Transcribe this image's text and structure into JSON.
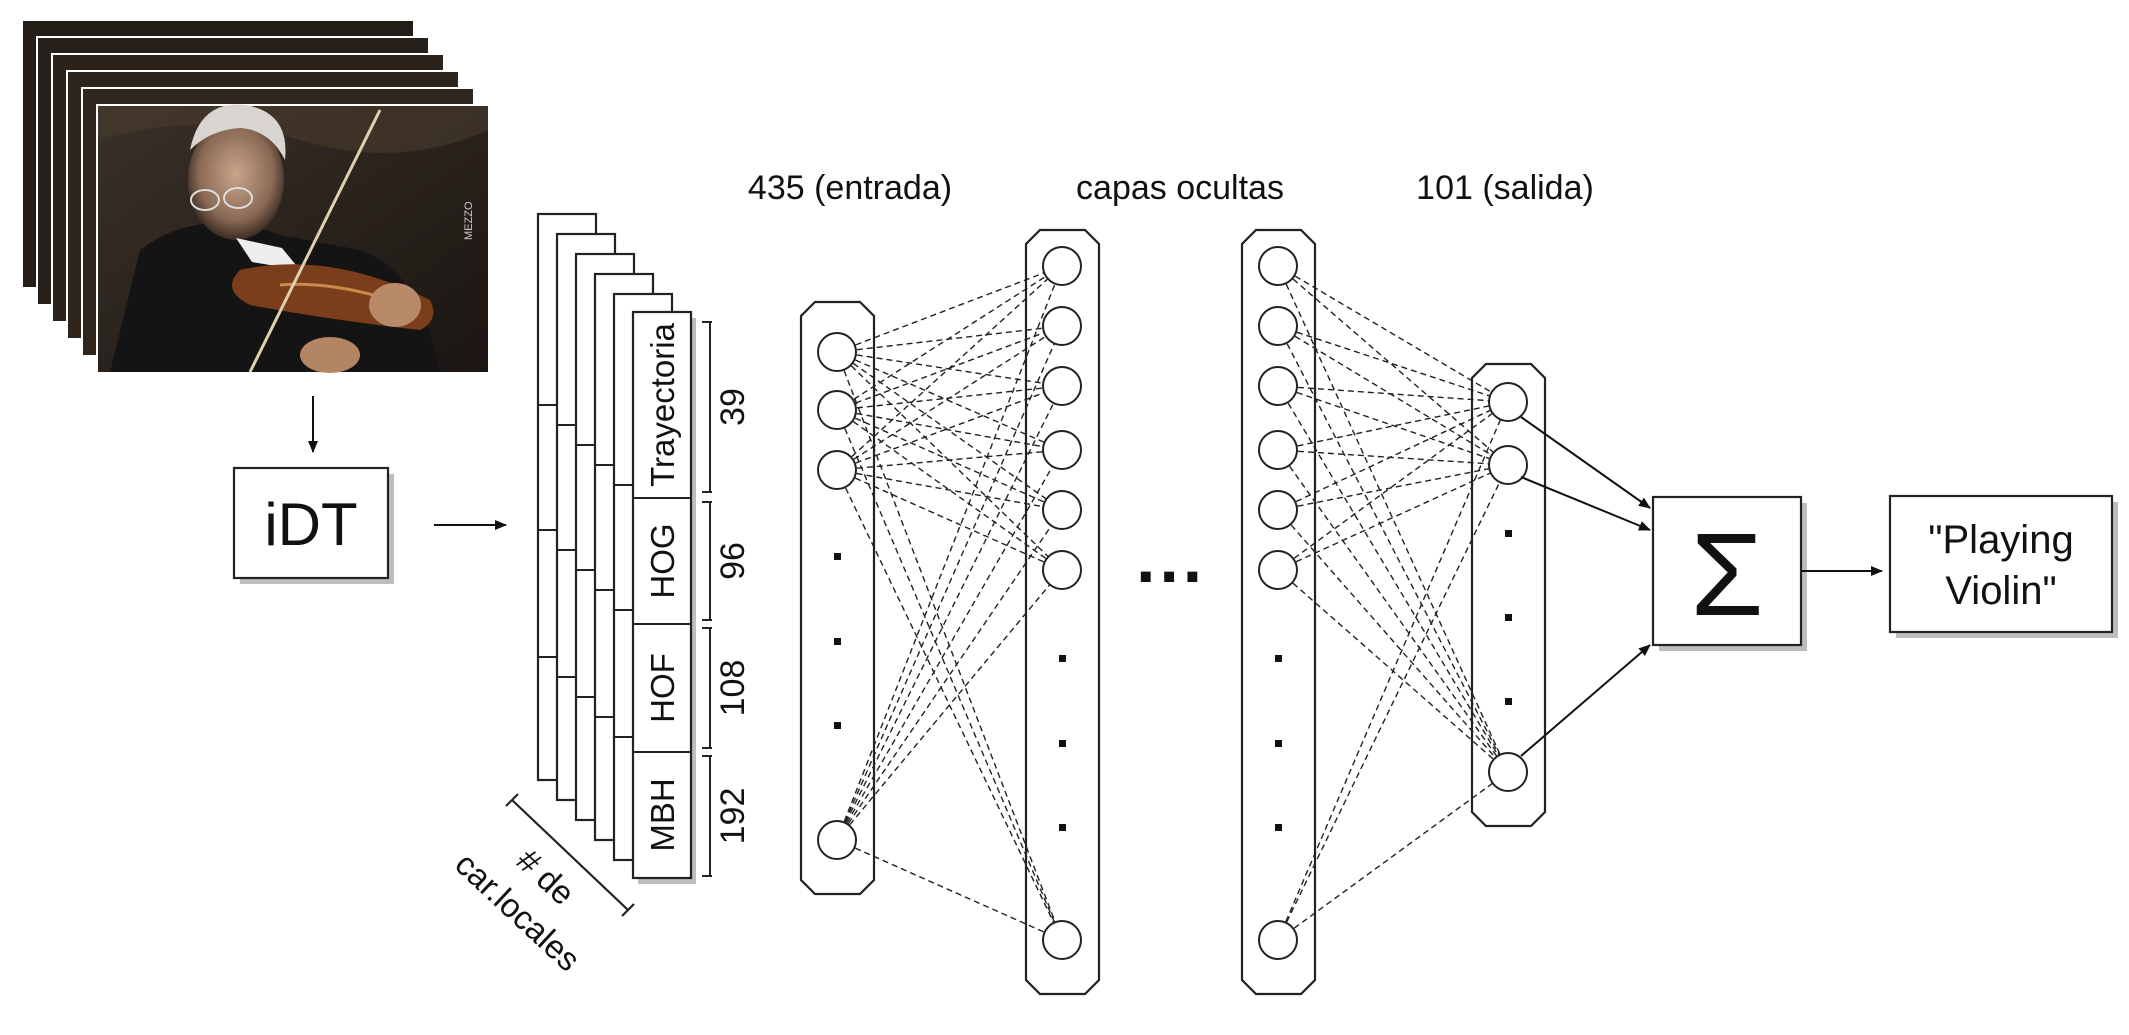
{
  "labels": {
    "input_layer": "435 (entrada)",
    "hidden_layers": "capas ocultas",
    "output_layer": "101 (salida)",
    "idt": "iDT",
    "sum": "Σ",
    "result_line1": "\"Playing",
    "result_line2": "Violin\"",
    "local_features_line1": "# de",
    "local_features_line2": "car.locales",
    "watermark": "MEZZO",
    "ellipsis": "···"
  },
  "descriptors": [
    {
      "name": "Trayectoria",
      "dim": "39"
    },
    {
      "name": "HOG",
      "dim": "96"
    },
    {
      "name": "HOF",
      "dim": "108"
    },
    {
      "name": "MBH",
      "dim": "192"
    }
  ],
  "colors": {
    "stroke": "#222222",
    "shadow": "#bdbdbd",
    "background": "#ffffff"
  }
}
